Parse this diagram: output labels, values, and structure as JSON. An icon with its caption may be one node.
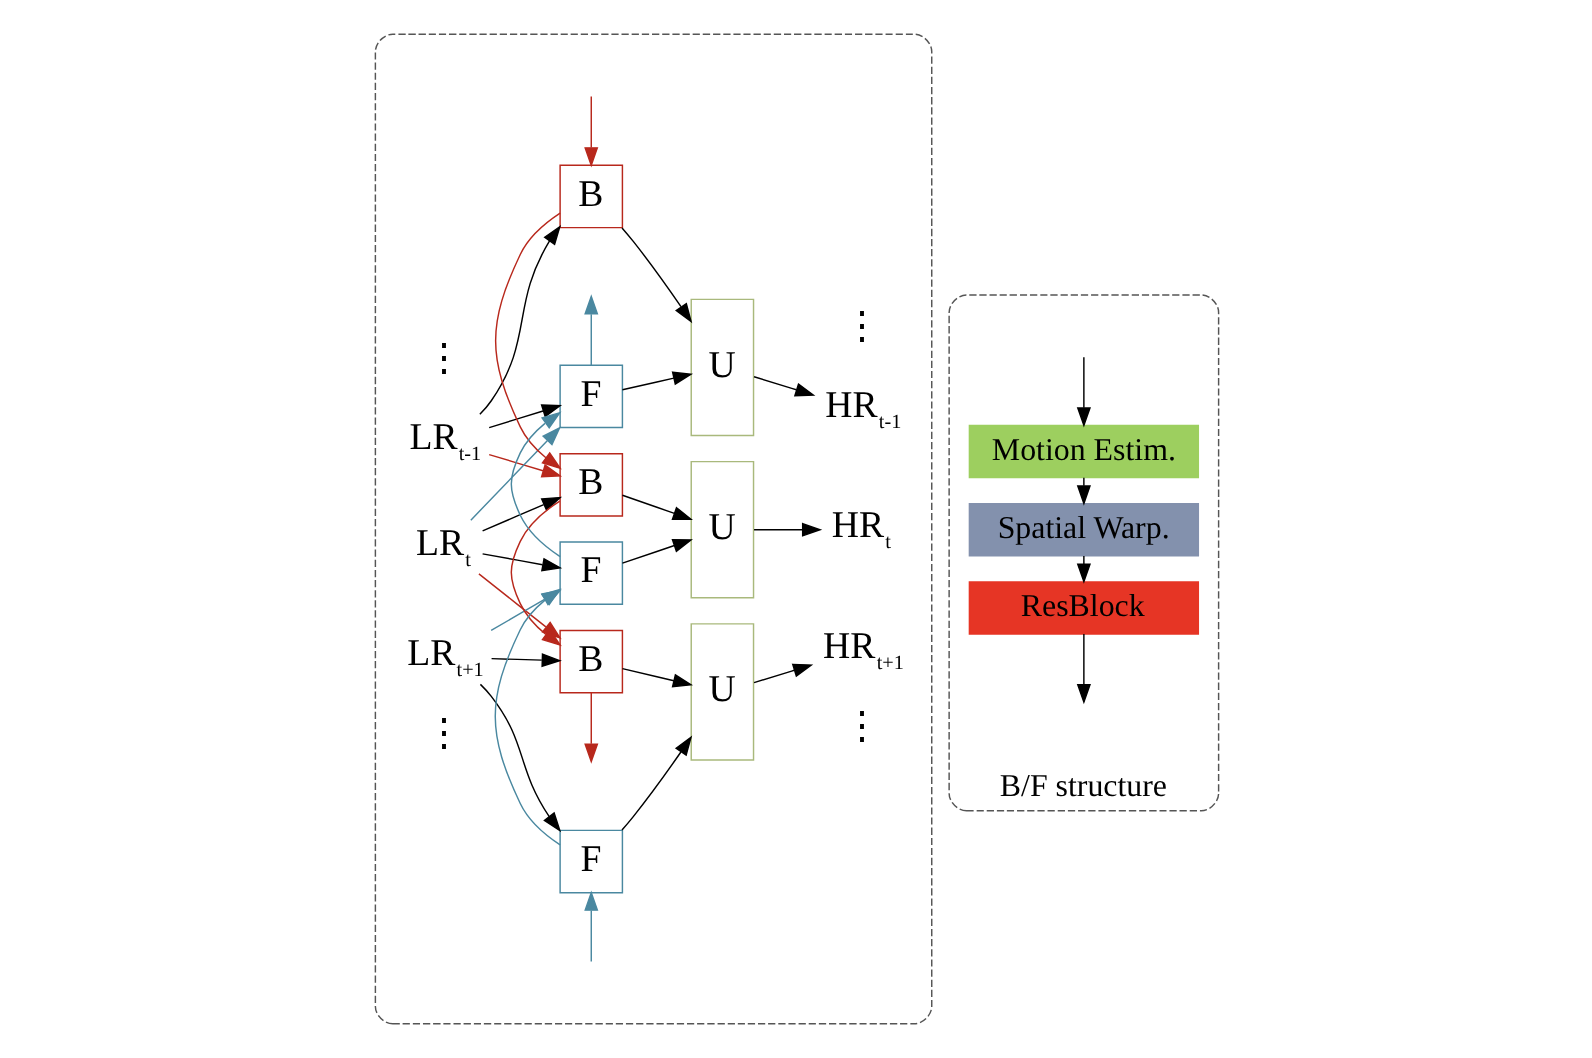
{
  "diagram": {
    "nodes": [
      {
        "text": [],
        "shape": "box"
      },
      {
        "text": [
          "LR$_{t-1}$"
        ],
        "in": 0
      },
      {
        "text": [
          "LR$_{t}$"
        ],
        "in": 0
      },
      {
        "text": [
          "LR$_{t+1}$"
        ],
        "in": 0
      },
      {
        "text": [
          "B"
        ],
        "in": 0
      },
      {
        "text": [
          "B"
        ],
        "in": 0
      },
      {
        "text": [
          "B"
        ],
        "in": 0
      },
      {
        "text": [
          "F"
        ],
        "in": 0
      },
      {
        "text": [
          "F"
        ],
        "in": 0
      },
      {
        "text": [
          "F"
        ],
        "in": 0
      },
      {
        "text": [
          "U"
        ],
        "in": 0
      },
      {
        "text": [
          "U"
        ],
        "in": 0
      },
      {
        "text": [
          "U"
        ],
        "in": 0
      },
      {
        "text": [
          "HR$_{t-1}$"
        ],
        "in": 0
      },
      {
        "text": [
          "HR$_{t}$"
        ],
        "in": 0
      },
      {
        "text": [
          "HR$_{t+1}$"
        ],
        "in": 0
      },
      {
        "text": [
          "B/F structure"
        ]
      },
      {
        "text": [
          "Motion Estim."
        ],
        "in": 16
      },
      {
        "text": [
          "Spatial Warp."
        ],
        "in": 16
      },
      {
        "text": [
          "ResBlock"
        ],
        "in": 16
      }
    ],
    "edges": [
      {
        "from": 1,
        "to": 4,
        "arrow": "to"
      },
      {
        "from": 1,
        "to": 7,
        "arrow": "to"
      },
      {
        "from": 1,
        "to": 5,
        "arrow": "to",
        "color": "#b8281c"
      },
      {
        "from": 2,
        "to": 7,
        "arrow": "to",
        "color": "#4a88a0"
      },
      {
        "from": 2,
        "to": 5,
        "arrow": "to"
      },
      {
        "from": 2,
        "to": 8,
        "arrow": "to"
      },
      {
        "from": 2,
        "to": 6,
        "arrow": "to",
        "color": "#b8281c"
      },
      {
        "from": 3,
        "to": 8,
        "arrow": "to",
        "color": "#4a88a0"
      },
      {
        "from": 3,
        "to": 6,
        "arrow": "to"
      },
      {
        "from": 3,
        "to": 9,
        "arrow": "to"
      },
      {
        "from": null,
        "to": 4,
        "arrow": "to",
        "color": "#b8281c"
      },
      {
        "from": 4,
        "to": 5,
        "arrow": "to",
        "color": "#b8281c"
      },
      {
        "from": 5,
        "to": 6,
        "arrow": "to",
        "color": "#b8281c"
      },
      {
        "from": 6,
        "to": null,
        "arrow": "to",
        "color": "#b8281c"
      },
      {
        "from": null,
        "to": 9,
        "arrow": "to",
        "color": "#4a88a0"
      },
      {
        "from": 9,
        "to": 8,
        "arrow": "to",
        "color": "#4a88a0"
      },
      {
        "from": 8,
        "to": 7,
        "arrow": "to",
        "color": "#4a88a0"
      },
      {
        "from": 7,
        "to": null,
        "arrow": "to",
        "color": "#4a88a0"
      },
      {
        "from": 4,
        "to": 10,
        "arrow": "to"
      },
      {
        "from": 7,
        "to": 10,
        "arrow": "to"
      },
      {
        "from": 5,
        "to": 11,
        "arrow": "to"
      },
      {
        "from": 8,
        "to": 11,
        "arrow": "to"
      },
      {
        "from": 6,
        "to": 12,
        "arrow": "to"
      },
      {
        "from": 9,
        "to": 12,
        "arrow": "to"
      },
      {
        "from": 10,
        "to": 13,
        "arrow": "to"
      },
      {
        "from": 11,
        "to": 14,
        "arrow": "to"
      },
      {
        "from": 12,
        "to": 15,
        "arrow": "to"
      },
      {
        "from": null,
        "to": 17,
        "arrow": "to"
      },
      {
        "from": 17,
        "to": 18,
        "arrow": "to"
      },
      {
        "from": 18,
        "to": 19,
        "arrow": "to"
      },
      {
        "from": 19,
        "to": null,
        "arrow": "to"
      }
    ],
    "labels": [
      "⋮",
      "⋮",
      "⋮",
      "⋮"
    ]
  }
}
